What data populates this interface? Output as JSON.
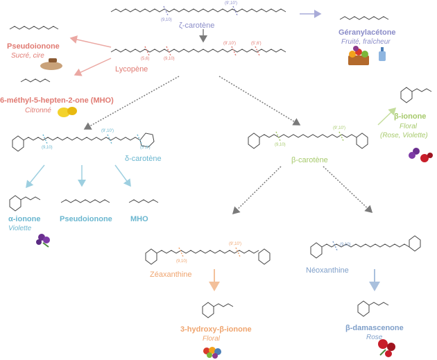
{
  "colors": {
    "zeta": "#8a8cc8",
    "lyco": "#e07a72",
    "delta": "#6ab6cf",
    "beta": "#a6c96b",
    "zea": "#efa46e",
    "neo": "#7f9fc9",
    "gray": "#7a7a7a"
  },
  "carotenoids": {
    "zeta": "ζ-carotène",
    "lyco": "Lycopène",
    "delta": "δ-carotène",
    "beta": "β-carotène",
    "zea": "Zéaxanthine",
    "neo": "Néoxanthine"
  },
  "cleavage_sites": {
    "s910": "(9,10)",
    "s9p10p": "(9',10')",
    "s56": "(5,6)",
    "s5p6p": "(5',6')"
  },
  "aromas": {
    "geranyl": {
      "name": "Géranylacétone",
      "desc": "Fruité, fraîcheur"
    },
    "pseudo_l": {
      "name": "Pseudoionone",
      "desc": "Sucré, cire"
    },
    "mho_l": {
      "name": "6-méthyl-5-hepten-2-one (MHO)",
      "desc": "Citronné"
    },
    "alpha": {
      "name": "α-ionone",
      "desc": "Violette"
    },
    "pseudo_d": {
      "name": "Pseudoionone"
    },
    "mho_d": {
      "name": "MHO"
    },
    "beta_ion": {
      "name": "β-ionone",
      "desc": "Floral",
      "desc2": "(Rose, Violette)"
    },
    "hydroxy": {
      "name": "3-hydroxy-β-ionone",
      "desc": "Floral"
    },
    "damas": {
      "name": "β-damascenone",
      "desc": "Rose"
    }
  }
}
